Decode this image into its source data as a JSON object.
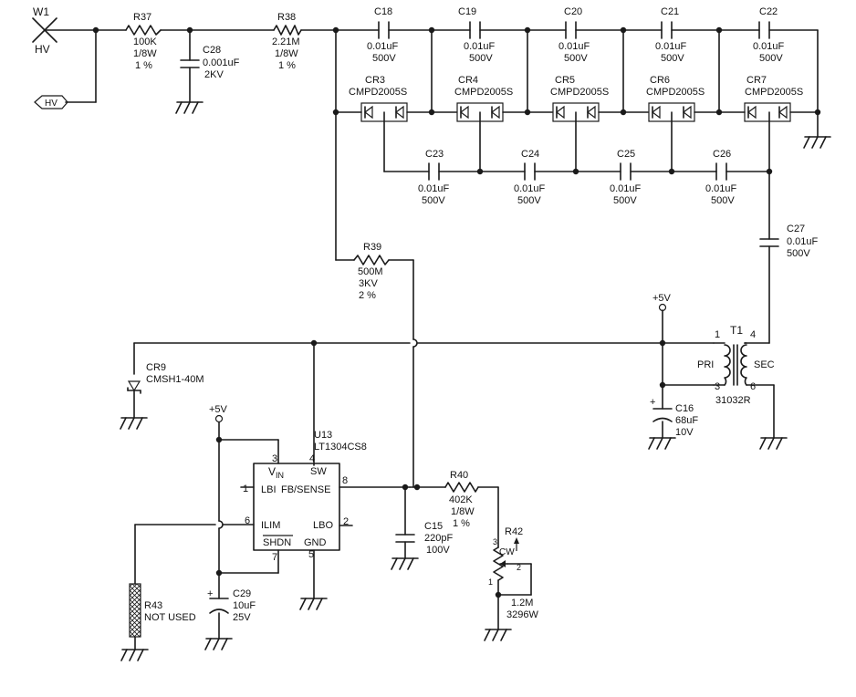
{
  "nets": {
    "w1": "W1",
    "hv": "HV",
    "hv_tag": "HV",
    "v5_top": "+5V",
    "v5_left": "+5V"
  },
  "resistors": {
    "r37": {
      "ref": "R37",
      "value": "100K",
      "power": "1/8W",
      "tol": "1 %"
    },
    "r38": {
      "ref": "R38",
      "value": "2.21M",
      "power": "1/8W",
      "tol": "1 %"
    },
    "r39": {
      "ref": "R39",
      "value": "500M",
      "power": "3KV",
      "tol": "2 %"
    },
    "r40": {
      "ref": "R40",
      "value": "402K",
      "power": "1/8W",
      "tol": "1 %"
    },
    "r42": {
      "ref": "R42",
      "cw": "CW",
      "value": "1.2M",
      "part": "3296W",
      "pin1": "1",
      "pin2": "2",
      "pin3": "3"
    },
    "r43": {
      "ref": "R43",
      "note": "NOT USED"
    }
  },
  "capacitors": {
    "c28": {
      "ref": "C28",
      "value": "0.001uF",
      "voltage": "2KV"
    },
    "c18": {
      "ref": "C18",
      "value": "0.01uF",
      "voltage": "500V"
    },
    "c19": {
      "ref": "C19",
      "value": "0.01uF",
      "voltage": "500V"
    },
    "c20": {
      "ref": "C20",
      "value": "0.01uF",
      "voltage": "500V"
    },
    "c21": {
      "ref": "C21",
      "value": "0.01uF",
      "voltage": "500V"
    },
    "c22": {
      "ref": "C22",
      "value": "0.01uF",
      "voltage": "500V"
    },
    "c23": {
      "ref": "C23",
      "value": "0.01uF",
      "voltage": "500V"
    },
    "c24": {
      "ref": "C24",
      "value": "0.01uF",
      "voltage": "500V"
    },
    "c25": {
      "ref": "C25",
      "value": "0.01uF",
      "voltage": "500V"
    },
    "c26": {
      "ref": "C26",
      "value": "0.01uF",
      "voltage": "500V"
    },
    "c27": {
      "ref": "C27",
      "value": "0.01uF",
      "voltage": "500V"
    },
    "c15": {
      "ref": "C15",
      "value": "220pF",
      "voltage": "100V"
    },
    "c16": {
      "ref": "C16",
      "value": "68uF",
      "voltage": "10V",
      "polarity": "+"
    },
    "c29": {
      "ref": "C29",
      "value": "10uF",
      "voltage": "25V",
      "polarity": "+"
    }
  },
  "diodes": {
    "cr3": {
      "ref": "CR3",
      "part": "CMPD2005S"
    },
    "cr4": {
      "ref": "CR4",
      "part": "CMPD2005S"
    },
    "cr5": {
      "ref": "CR5",
      "part": "CMPD2005S"
    },
    "cr6": {
      "ref": "CR6",
      "part": "CMPD2005S"
    },
    "cr7": {
      "ref": "CR7",
      "part": "CMPD2005S"
    },
    "cr9": {
      "ref": "CR9",
      "part": "CMSH1-40M"
    }
  },
  "transformer": {
    "ref": "T1",
    "part": "31032R",
    "pri": "PRI",
    "sec": "SEC",
    "pin1": "1",
    "pin3": "3",
    "pin4": "4",
    "pin6": "6"
  },
  "ic": {
    "ref": "U13",
    "part": "LT1304CS8",
    "pins": {
      "vin": "V",
      "vin_sub": "IN",
      "sw": "SW",
      "lbi": "LBI",
      "fb": "FB/SENSE",
      "ilim": "ILIM",
      "lbo": "LBO",
      "shdn": "SHDN",
      "gnd": "GND",
      "n1": "1",
      "n2": "2",
      "n3": "3",
      "n4": "4",
      "n5": "5",
      "n6": "6",
      "n7": "7",
      "n8": "8"
    }
  }
}
